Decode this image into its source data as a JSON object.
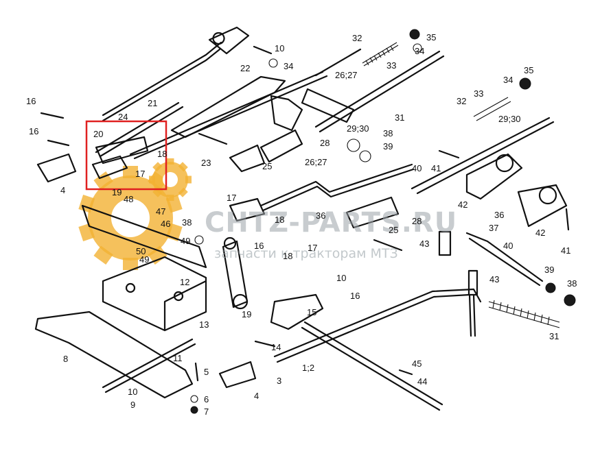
{
  "callouts": [
    {
      "id": "c1",
      "text": "1;2"
    },
    {
      "id": "c3",
      "text": "3"
    },
    {
      "id": "c4a",
      "text": "4"
    },
    {
      "id": "c4b",
      "text": "4"
    },
    {
      "id": "c5",
      "text": "5"
    },
    {
      "id": "c6",
      "text": "6"
    },
    {
      "id": "c7",
      "text": "7"
    },
    {
      "id": "c8",
      "text": "8"
    },
    {
      "id": "c9",
      "text": "9"
    },
    {
      "id": "c10a",
      "text": "10"
    },
    {
      "id": "c10b",
      "text": "10"
    },
    {
      "id": "c10c",
      "text": "10"
    },
    {
      "id": "c11",
      "text": "11"
    },
    {
      "id": "c12",
      "text": "12"
    },
    {
      "id": "c13",
      "text": "13"
    },
    {
      "id": "c14",
      "text": "14"
    },
    {
      "id": "c15",
      "text": "15"
    },
    {
      "id": "c16a",
      "text": "16"
    },
    {
      "id": "c16b",
      "text": "16"
    },
    {
      "id": "c16c",
      "text": "16"
    },
    {
      "id": "c16d",
      "text": "16"
    },
    {
      "id": "c17a",
      "text": "17"
    },
    {
      "id": "c17b",
      "text": "17"
    },
    {
      "id": "c17c",
      "text": "17"
    },
    {
      "id": "c18a",
      "text": "18"
    },
    {
      "id": "c18b",
      "text": "18"
    },
    {
      "id": "c18c",
      "text": "18"
    },
    {
      "id": "c19a",
      "text": "19"
    },
    {
      "id": "c19b",
      "text": "19"
    },
    {
      "id": "c20",
      "text": "20"
    },
    {
      "id": "c21",
      "text": "21"
    },
    {
      "id": "c22",
      "text": "22"
    },
    {
      "id": "c23",
      "text": "23"
    },
    {
      "id": "c24",
      "text": "24"
    },
    {
      "id": "c25a",
      "text": "25"
    },
    {
      "id": "c25b",
      "text": "25"
    },
    {
      "id": "c26a",
      "text": "26;27"
    },
    {
      "id": "c26b",
      "text": "26;27"
    },
    {
      "id": "c28a",
      "text": "28"
    },
    {
      "id": "c28b",
      "text": "28"
    },
    {
      "id": "c29a",
      "text": "29;30"
    },
    {
      "id": "c29b",
      "text": "29;30"
    },
    {
      "id": "c31a",
      "text": "31"
    },
    {
      "id": "c31b",
      "text": "31"
    },
    {
      "id": "c32a",
      "text": "32"
    },
    {
      "id": "c32b",
      "text": "32"
    },
    {
      "id": "c33a",
      "text": "33"
    },
    {
      "id": "c33b",
      "text": "33"
    },
    {
      "id": "c34a",
      "text": "34"
    },
    {
      "id": "c34b",
      "text": "34"
    },
    {
      "id": "c34c",
      "text": "34"
    },
    {
      "id": "c35a",
      "text": "35"
    },
    {
      "id": "c35b",
      "text": "35"
    },
    {
      "id": "c36a",
      "text": "36"
    },
    {
      "id": "c36b",
      "text": "36"
    },
    {
      "id": "c37",
      "text": "37"
    },
    {
      "id": "c38a",
      "text": "38"
    },
    {
      "id": "c38b",
      "text": "38"
    },
    {
      "id": "c38c",
      "text": "38"
    },
    {
      "id": "c39a",
      "text": "39"
    },
    {
      "id": "c39b",
      "text": "39"
    },
    {
      "id": "c40a",
      "text": "40"
    },
    {
      "id": "c40b",
      "text": "40"
    },
    {
      "id": "c41a",
      "text": "41"
    },
    {
      "id": "c41b",
      "text": "41"
    },
    {
      "id": "c42a",
      "text": "42"
    },
    {
      "id": "c42b",
      "text": "42"
    },
    {
      "id": "c43a",
      "text": "43"
    },
    {
      "id": "c43b",
      "text": "43"
    },
    {
      "id": "c44",
      "text": "44"
    },
    {
      "id": "c45",
      "text": "45"
    },
    {
      "id": "c46",
      "text": "46"
    },
    {
      "id": "c47",
      "text": "47"
    },
    {
      "id": "c48",
      "text": "48"
    },
    {
      "id": "c49a",
      "text": "49"
    },
    {
      "id": "c49b",
      "text": "49"
    },
    {
      "id": "c50",
      "text": "50"
    }
  ],
  "watermark": {
    "main": "CHTZ-PARTS.RU",
    "sub": "запчасти к тракторам МТЗ",
    "gear_color": "#f2b233",
    "text_color": "#9aa3a8"
  },
  "highlight": {
    "color": "#e02020"
  }
}
